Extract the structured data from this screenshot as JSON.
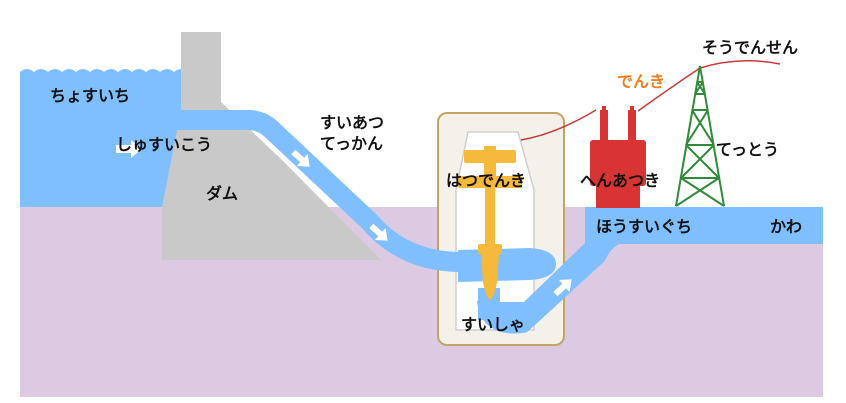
{
  "labels": {
    "reservoir": "ちょすいち",
    "intake": "しゅすいこう",
    "dam": "ダム",
    "penstock": "すいあつ\nてっかん",
    "generator": "はつでんき",
    "turbine": "すいしゃ",
    "transformer": "へんあつき",
    "tower": "てっとう",
    "electricity": "でんき",
    "power_line": "そうでんせん",
    "tailrace": "ほうすいぐち",
    "river": "かわ"
  },
  "colors": {
    "water": "#7fbfff",
    "ground": "#dccae3",
    "dam": "#c9c9c9",
    "powerhouse_fill": "#f4f1ea",
    "powerhouse_border": "#c4a464",
    "generator": "#f5b93b",
    "transformer": "#d83434",
    "tower": "#2f8a3a",
    "wire": "#c63a3a",
    "arrow": "#ffffff",
    "electricity_text": "#f07c1e"
  },
  "icons": {
    "flow_arrow": "arrow-right-icon",
    "tower": "transmission-tower-icon",
    "transformer": "transformer-icon",
    "generator": "generator-icon",
    "turbine": "turbine-icon"
  }
}
